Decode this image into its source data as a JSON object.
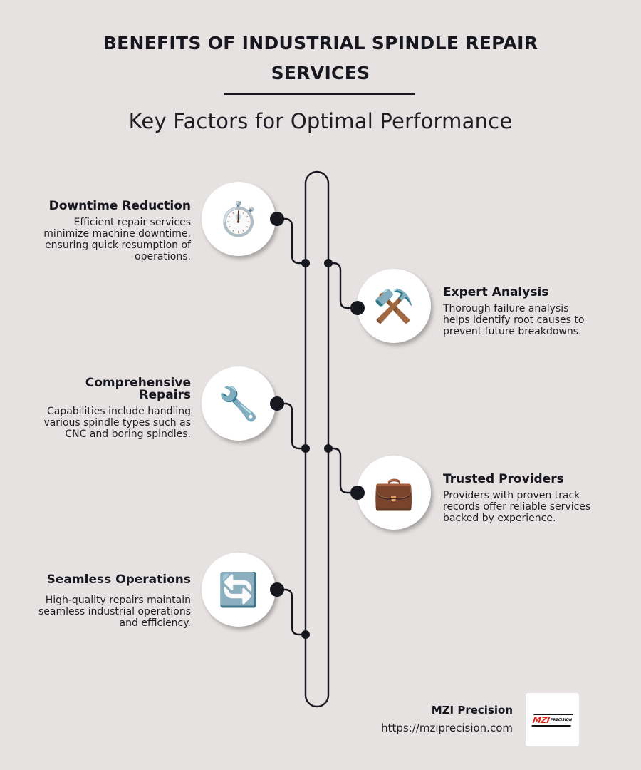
{
  "header": {
    "title": "BENEFITS OF INDUSTRIAL SPINDLE REPAIR SERVICES",
    "subtitle": "Key Factors for Optimal Performance"
  },
  "items": [
    {
      "side": "left",
      "title": "Downtime Reduction",
      "description": "Efficient repair services minimize machine downtime, ensuring quick resumption of operations.",
      "icon": "stopwatch-icon",
      "glyph": "⏱️"
    },
    {
      "side": "right",
      "title": "Expert Analysis",
      "description": "Thorough failure analysis helps identify root causes to prevent future breakdowns.",
      "icon": "hammer-and-wrench-icon",
      "glyph": "⚒️"
    },
    {
      "side": "left",
      "title": "Comprehensive Repairs",
      "description": "Capabilities include handling various spindle types such as CNC and boring spindles.",
      "icon": "wrench-icon",
      "glyph": "🔧"
    },
    {
      "side": "right",
      "title": "Trusted Providers",
      "description": "Providers with proven track records offer reliable services backed by experience.",
      "icon": "briefcase-icon",
      "glyph": "💼"
    },
    {
      "side": "left",
      "title": "Seamless Operations",
      "description": "High-quality repairs maintain seamless industrial operations and efficiency.",
      "icon": "refresh-arrows-icon",
      "glyph": "🔄"
    }
  ],
  "footer": {
    "company": "MZI Precision",
    "url": "https://mziprecision.com",
    "logo": {
      "mark": "MZI",
      "wordmark": "PRECISION"
    }
  },
  "colors": {
    "background": "#e6e2e1",
    "ink": "#17171f",
    "circle": "#ffffff",
    "logo_red": "#d9261c"
  }
}
